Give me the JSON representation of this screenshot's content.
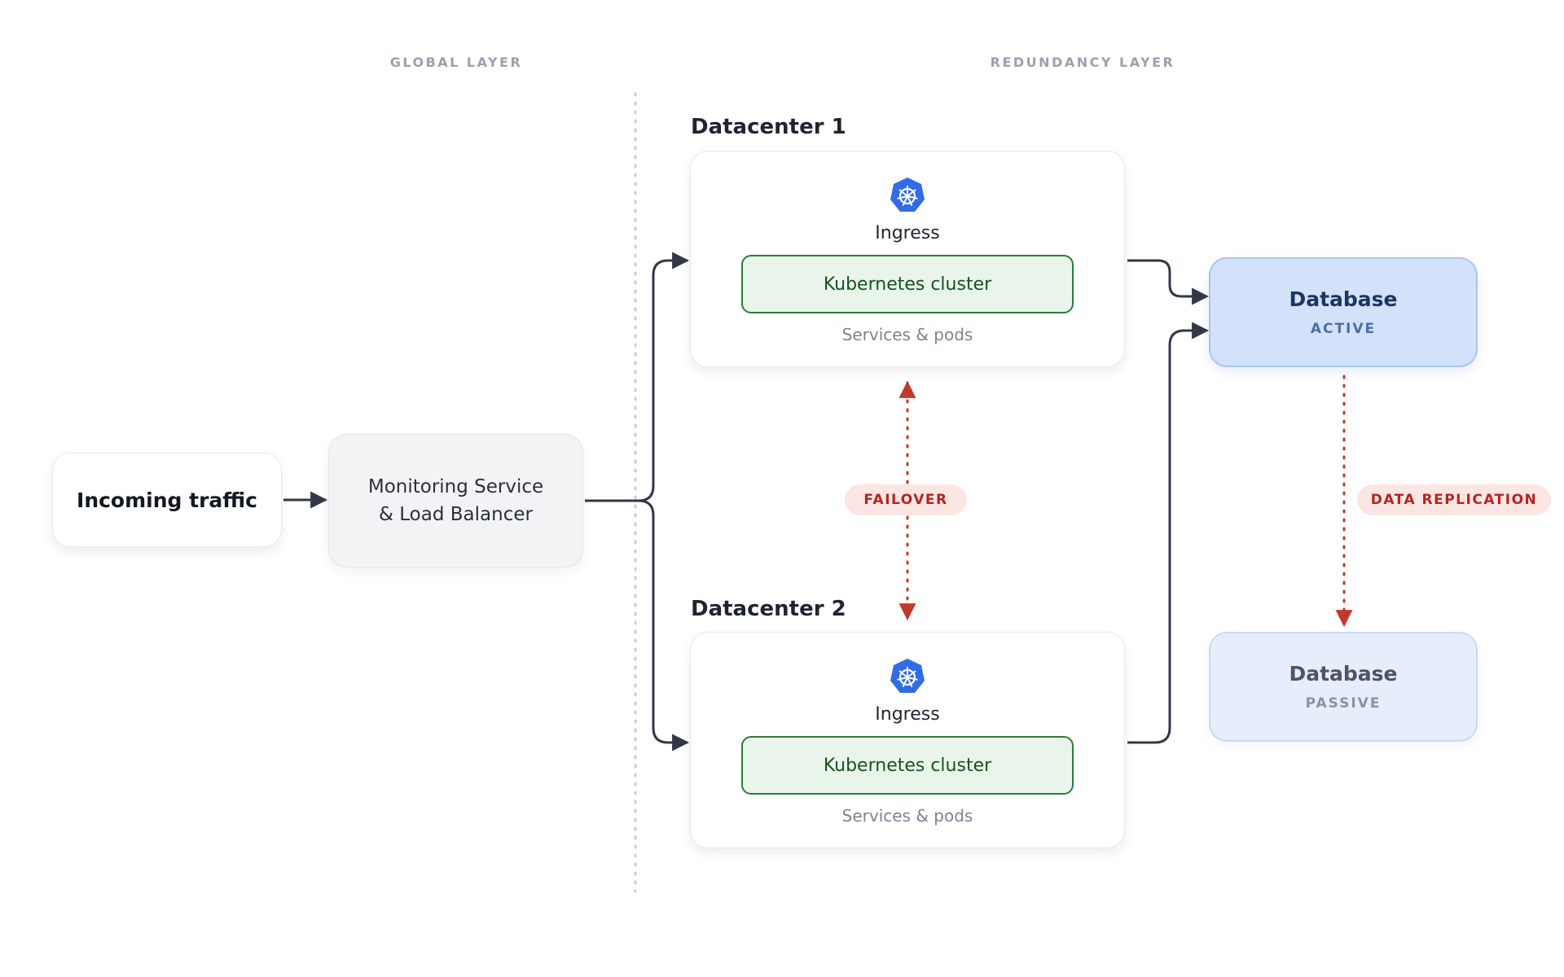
{
  "layers": {
    "global": "GLOBAL LAYER",
    "redundancy": "REDUNDANCY LAYER"
  },
  "incoming": {
    "label": "Incoming traffic"
  },
  "load_balancer": {
    "label": "Monitoring Service\n& Load Balancer"
  },
  "datacenters": [
    {
      "title": "Datacenter 1",
      "icon": "kubernetes-icon",
      "ingress": "Ingress",
      "cluster": "Kubernetes cluster",
      "services": "Services & pods"
    },
    {
      "title": "Datacenter 2",
      "icon": "kubernetes-icon",
      "ingress": "Ingress",
      "cluster": "Kubernetes cluster",
      "services": "Services & pods"
    }
  ],
  "databases": [
    {
      "name": "Database",
      "state": "ACTIVE"
    },
    {
      "name": "Database",
      "state": "PASSIVE"
    }
  ],
  "links": {
    "failover": "FAILOVER",
    "replication": "DATA REPLICATION"
  },
  "colors": {
    "wire": "#323845",
    "dashed_red": "#c0392b",
    "kubernetes_blue": "#326ce5",
    "cluster_green": "#2f7a3a",
    "db_active": "#d3e2fa"
  }
}
